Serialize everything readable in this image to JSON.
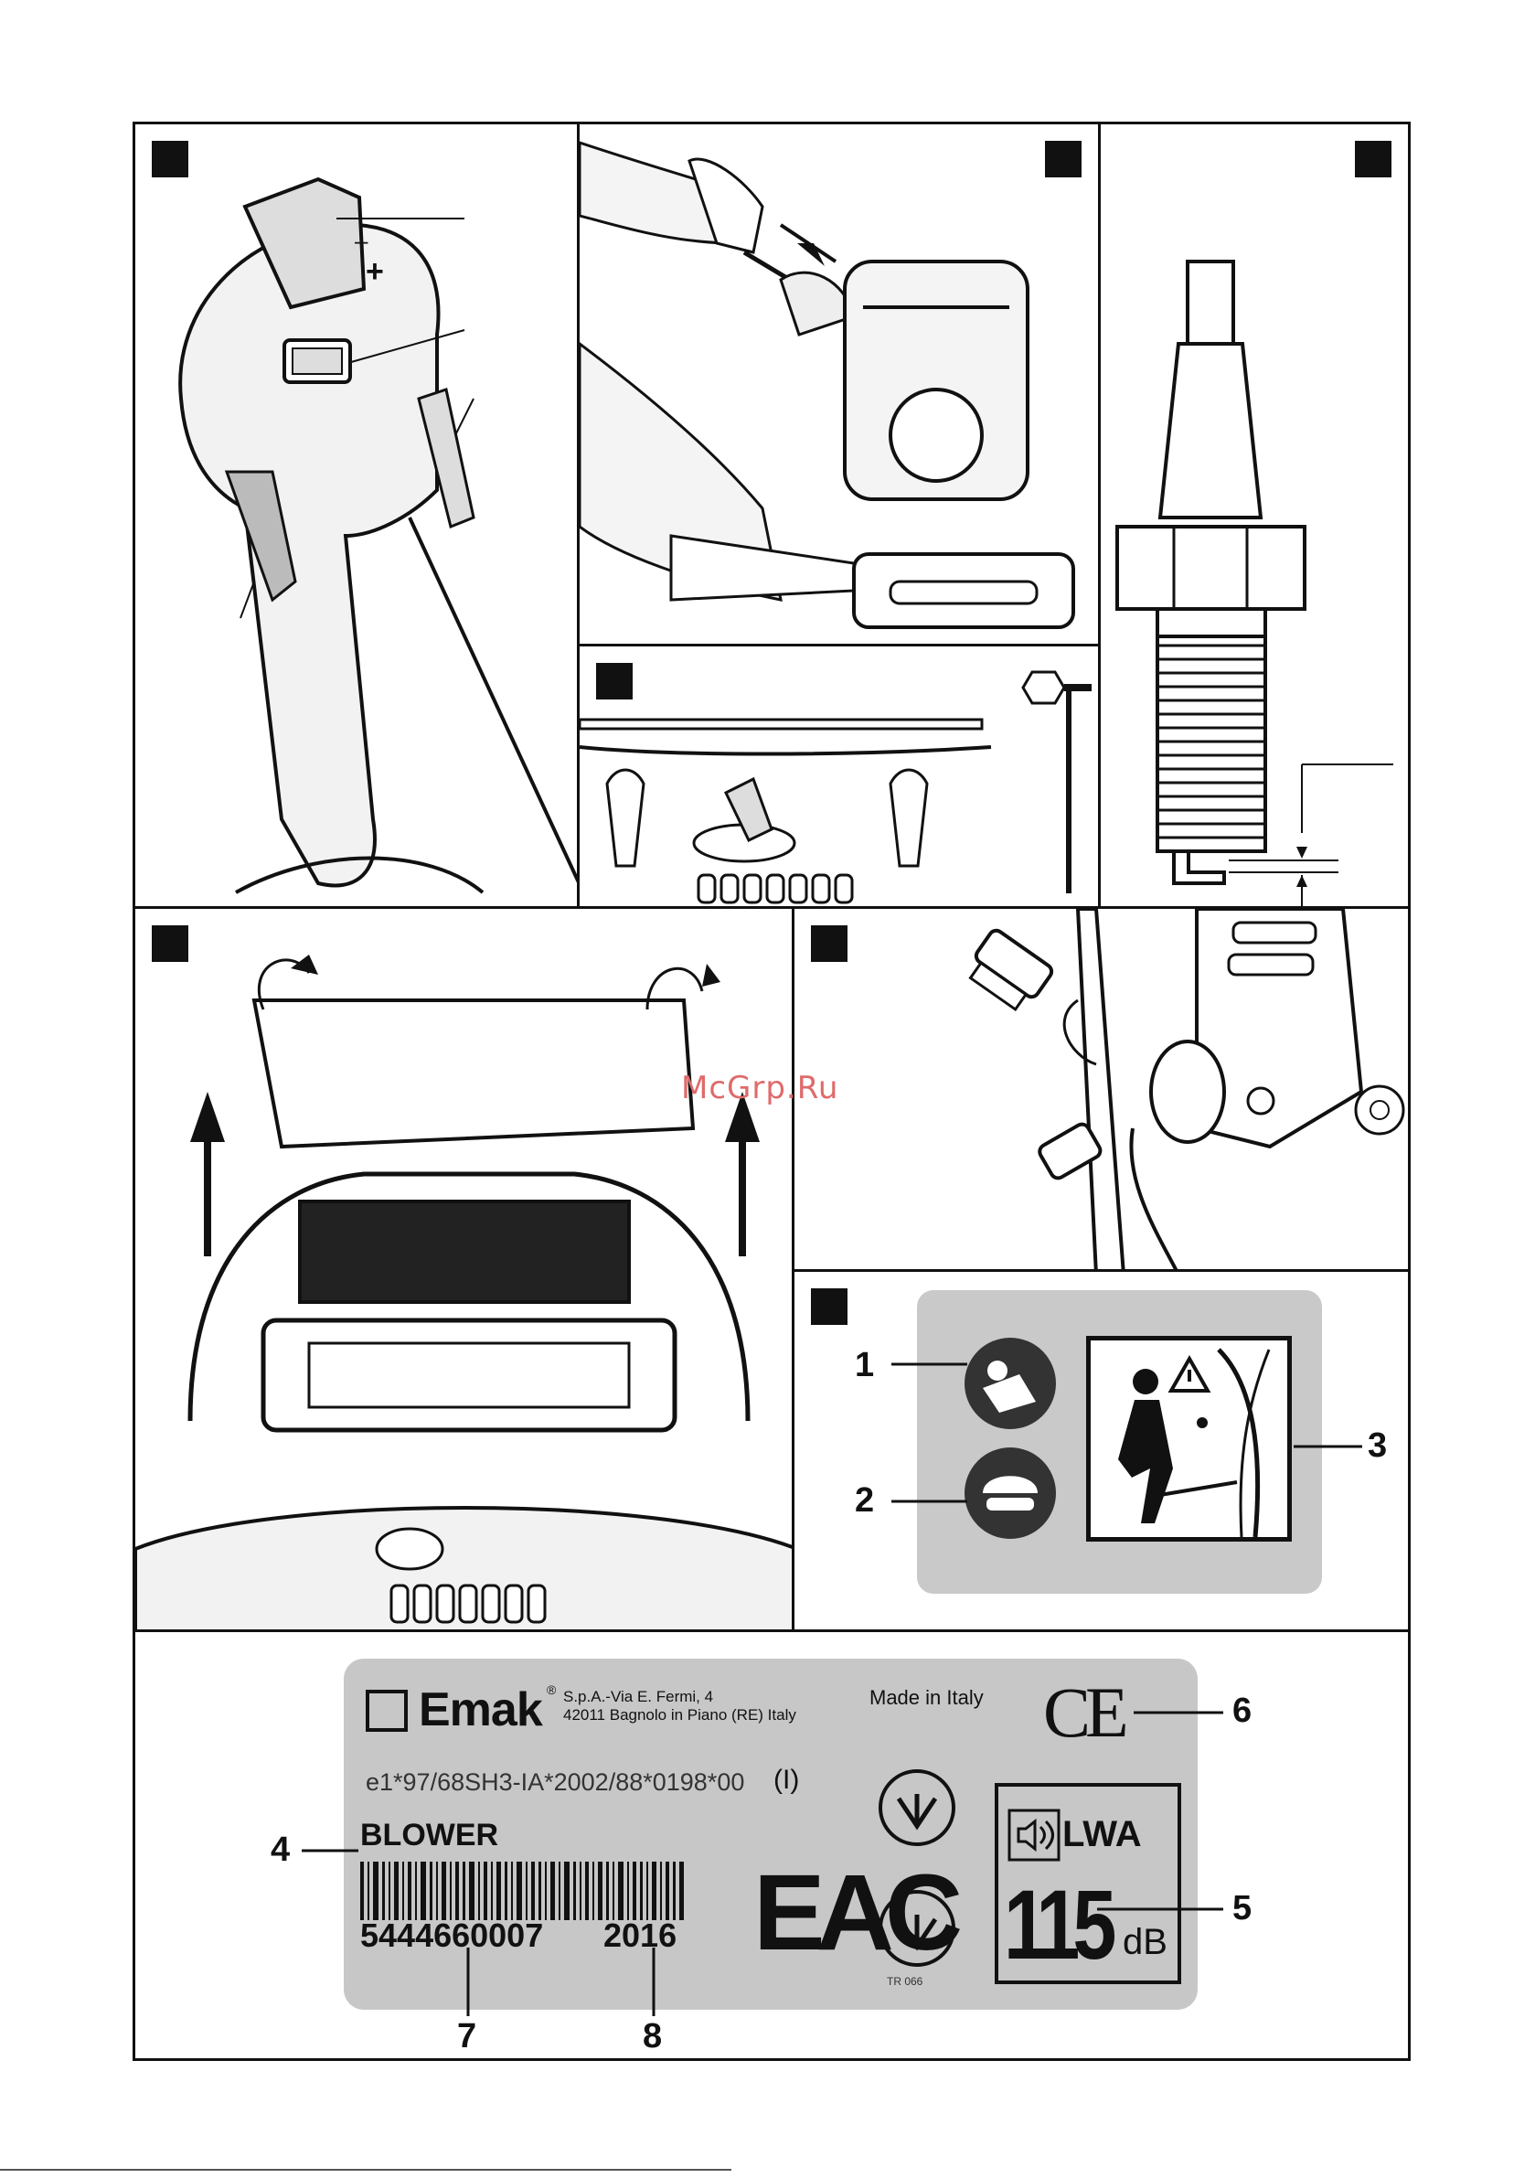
{
  "watermark": "McGrp.Ru",
  "callouts": {
    "c1": "1",
    "c2": "2",
    "c3": "3",
    "c4": "4",
    "c5": "5",
    "c6": "6",
    "c7": "7",
    "c8": "8"
  },
  "label_plate": {
    "brand": "Emak",
    "registered": "®",
    "address_line1": "S.p.A.-Via E. Fermi, 4",
    "address_line2": "42011 Bagnolo in Piano (RE) Italy",
    "made_in": "Made in Italy",
    "ce_mark": "CE",
    "homologation": "e1*97/68SH3-IA*2002/88*0198*00",
    "country_code": "(I)",
    "product": "BLOWER",
    "barcode_number": "5444660007",
    "year": "2016",
    "eac_mark": "EAC",
    "tr_code": "TR 066",
    "sound_label": "LWA",
    "sound_value": "115",
    "sound_unit": "dB"
  },
  "handle": {
    "plus": "+",
    "minus": "–"
  }
}
